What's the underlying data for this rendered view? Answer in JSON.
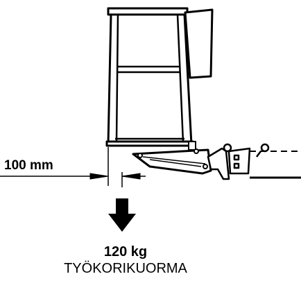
{
  "labels": {
    "offset": "100 mm",
    "load": "120 kg",
    "caption": "TYÖKORIKUORMA"
  },
  "colors": {
    "ink": "#000000",
    "background": "#ffffff"
  }
}
